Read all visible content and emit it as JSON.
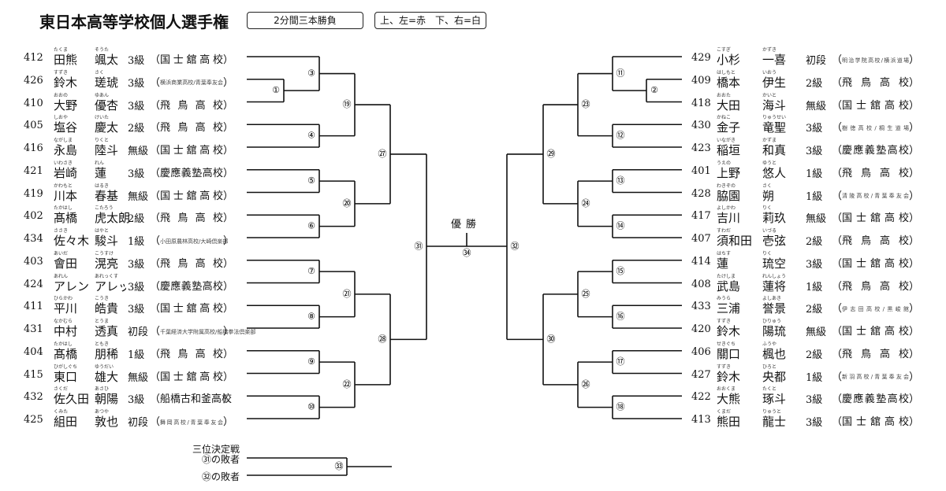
{
  "header": {
    "title": "東日本高等学校個人選手権",
    "rule_box": "2分間三本勝負",
    "color_box": "上、左=赤　下、右=白"
  },
  "left_players": [
    {
      "num": "412",
      "family": "田熊",
      "family_kana": "たくま",
      "given": "颯太",
      "given_kana": "そうた",
      "grade": "3級",
      "school": "国士舘高校",
      "small": false
    },
    {
      "num": "426",
      "family": "鈴木",
      "family_kana": "すずき",
      "given": "瑳琥",
      "given_kana": "さく",
      "grade": "3級",
      "school": "横浜商業高校/青葉奉友会",
      "small": true
    },
    {
      "num": "410",
      "family": "大野",
      "family_kana": "おおの",
      "given": "優杏",
      "given_kana": "ゆあん",
      "grade": "3級",
      "school": "飛鳥高校",
      "small": false
    },
    {
      "num": "405",
      "family": "塩谷",
      "family_kana": "しおや",
      "given": "慶太",
      "given_kana": "けいた",
      "grade": "2級",
      "school": "飛鳥高校",
      "small": false
    },
    {
      "num": "416",
      "family": "永島",
      "family_kana": "ながしま",
      "given": "陸斗",
      "given_kana": "りくと",
      "grade": "無級",
      "school": "国士舘高校",
      "small": false
    },
    {
      "num": "421",
      "family": "岩崎",
      "family_kana": "いわさき",
      "given": "蓮",
      "given_kana": "れん",
      "grade": "3級",
      "school": "慶應義塾高校",
      "small": false
    },
    {
      "num": "419",
      "family": "川本",
      "family_kana": "かわもと",
      "given": "春基",
      "given_kana": "はるき",
      "grade": "無級",
      "school": "国士舘高校",
      "small": false
    },
    {
      "num": "402",
      "family": "髙橋",
      "family_kana": "たかはし",
      "given": "虎太朗",
      "given_kana": "こたろう",
      "grade": "2級",
      "school": "飛鳥高校",
      "small": false
    },
    {
      "num": "434",
      "family": "佐々木",
      "family_kana": "ささき",
      "given": "駿斗",
      "given_kana": "はやと",
      "grade": "1級",
      "school": "小田原農林高校/大崎倶楽部",
      "small": true
    },
    {
      "num": "403",
      "family": "會田",
      "family_kana": "あいだ",
      "given": "滉亮",
      "given_kana": "こうすけ",
      "grade": "3級",
      "school": "飛鳥高校",
      "small": false
    },
    {
      "num": "424",
      "family": "アレン",
      "family_kana": "あれん",
      "given": "アレックス",
      "given_kana": "あれっくす",
      "grade": "3級",
      "school": "慶應義塾高校",
      "small": false
    },
    {
      "num": "411",
      "family": "平川",
      "family_kana": "ひらかわ",
      "given": "皓貴",
      "given_kana": "こうき",
      "grade": "3級",
      "school": "国士舘高校",
      "small": false
    },
    {
      "num": "431",
      "family": "中村",
      "family_kana": "なかむら",
      "given": "透真",
      "given_kana": "とうま",
      "grade": "初段",
      "school": "千葉経済大学附属高校/船橋拳法倶楽部",
      "small": true
    },
    {
      "num": "404",
      "family": "髙橋",
      "family_kana": "たかはし",
      "given": "朋稀",
      "given_kana": "ともき",
      "grade": "1級",
      "school": "飛鳥高校",
      "small": false
    },
    {
      "num": "415",
      "family": "東口",
      "family_kana": "ひがしぐち",
      "given": "雄大",
      "given_kana": "ゆうだい",
      "grade": "無級",
      "school": "国士舘高校",
      "small": false
    },
    {
      "num": "432",
      "family": "佐久田",
      "family_kana": "さくだ",
      "given": "朝陽",
      "given_kana": "あさひ",
      "grade": "3級",
      "school": "船橋古和釜高校",
      "small": false
    },
    {
      "num": "425",
      "family": "組田",
      "family_kana": "くみた",
      "given": "敦也",
      "given_kana": "あつや",
      "grade": "初段",
      "school": "舞岡高校/青葉奉友会",
      "small": true
    }
  ],
  "right_players": [
    {
      "num": "429",
      "family": "小杉",
      "family_kana": "こすぎ",
      "given": "一喜",
      "given_kana": "かずき",
      "grade": "初段",
      "school": "明治学院高校/横浜道場",
      "small": true
    },
    {
      "num": "409",
      "family": "橋本",
      "family_kana": "はしもと",
      "given": "伊生",
      "given_kana": "いおう",
      "grade": "2級",
      "school": "飛鳥高校",
      "small": false
    },
    {
      "num": "418",
      "family": "大田",
      "family_kana": "おおた",
      "given": "海斗",
      "given_kana": "かいと",
      "grade": "無級",
      "school": "国士舘高校",
      "small": false
    },
    {
      "num": "430",
      "family": "金子",
      "family_kana": "かねこ",
      "given": "竜聖",
      "given_kana": "りゅうせい",
      "grade": "3級",
      "school": "樹徳高校/桐生道場",
      "small": true
    },
    {
      "num": "423",
      "family": "稲垣",
      "family_kana": "いながき",
      "given": "和真",
      "given_kana": "かずま",
      "grade": "3級",
      "school": "慶應義塾高校",
      "small": false
    },
    {
      "num": "401",
      "family": "上野",
      "family_kana": "うえの",
      "given": "悠人",
      "given_kana": "ゆうと",
      "grade": "1級",
      "school": "飛鳥高校",
      "small": false
    },
    {
      "num": "428",
      "family": "脇園",
      "family_kana": "わきぞの",
      "given": "朔",
      "given_kana": "さく",
      "grade": "1級",
      "school": "清陵高校/青葉奉友会",
      "small": true
    },
    {
      "num": "417",
      "family": "吉川",
      "family_kana": "よしかわ",
      "given": "莉玖",
      "given_kana": "りく",
      "grade": "無級",
      "school": "国士舘高校",
      "small": false
    },
    {
      "num": "407",
      "family": "須和田",
      "family_kana": "すわだ",
      "given": "壱弦",
      "given_kana": "いづる",
      "grade": "2級",
      "school": "飛鳥高校",
      "small": false
    },
    {
      "num": "414",
      "family": "蓮",
      "family_kana": "はちす",
      "given": "琉空",
      "given_kana": "りく",
      "grade": "3級",
      "school": "国士舘高校",
      "small": false
    },
    {
      "num": "408",
      "family": "武島",
      "family_kana": "たけしま",
      "given": "蓮将",
      "given_kana": "れんしょう",
      "grade": "1級",
      "school": "飛鳥高校",
      "small": false
    },
    {
      "num": "433",
      "family": "三浦",
      "family_kana": "みうら",
      "given": "誉景",
      "given_kana": "よしあき",
      "grade": "2級",
      "school": "伊志田高校/黒峻館",
      "small": true
    },
    {
      "num": "420",
      "family": "鈴木",
      "family_kana": "すずき",
      "given": "陽琉",
      "given_kana": "ひりゅう",
      "grade": "無級",
      "school": "国士舘高校",
      "small": false
    },
    {
      "num": "406",
      "family": "關口",
      "family_kana": "せきぐち",
      "given": "楓也",
      "given_kana": "ふうや",
      "grade": "2級",
      "school": "飛鳥高校",
      "small": false
    },
    {
      "num": "427",
      "family": "鈴木",
      "family_kana": "すずき",
      "given": "央都",
      "given_kana": "ひろと",
      "grade": "1級",
      "school": "新羽高校/青葉奉友会",
      "small": true
    },
    {
      "num": "422",
      "family": "大熊",
      "family_kana": "おおくま",
      "given": "琢斗",
      "given_kana": "たくと",
      "grade": "3級",
      "school": "慶應義塾高校",
      "small": false
    },
    {
      "num": "413",
      "family": "熊田",
      "family_kana": "くまだ",
      "given": "龍士",
      "given_kana": "りゅうと",
      "grade": "3級",
      "school": "国士舘高校",
      "small": false
    }
  ],
  "matches": {
    "m1": "①",
    "m2": "②",
    "m3": "③",
    "m4": "④",
    "m5": "⑤",
    "m6": "⑥",
    "m7": "⑦",
    "m8": "⑧",
    "m9": "⑨",
    "m10": "⑩",
    "m11": "⑪",
    "m12": "⑫",
    "m13": "⑬",
    "m14": "⑭",
    "m15": "⑮",
    "m16": "⑯",
    "m17": "⑰",
    "m18": "⑱",
    "m19": "⑲",
    "m20": "⑳",
    "m21": "㉑",
    "m22": "㉒",
    "m23": "㉓",
    "m24": "㉔",
    "m25": "㉕",
    "m26": "㉖",
    "m27": "㉗",
    "m28": "㉘",
    "m29": "㉙",
    "m30": "㉚",
    "m31": "㉛",
    "m32": "㉜",
    "m33": "㉝",
    "m34": "㉞"
  },
  "final": {
    "label": "優勝"
  },
  "third_place": {
    "title": "三位決定戦",
    "loser_a": "㉛の敗者",
    "loser_b": "㉜の敗者"
  }
}
